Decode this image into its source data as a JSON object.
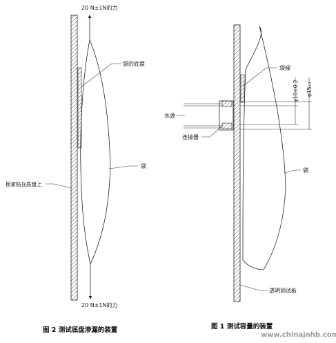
{
  "left_figure": {
    "force_top": "20 N±1N的力",
    "force_bottom": "20 N±1N的力",
    "bag_bottom_label": "袋的底盘",
    "bag_label": "袋",
    "plate_label": "板紧贴在底盘上",
    "caption": "图 2   测试底盘渗漏的装置"
  },
  "right_figure": {
    "bag_edge_label": "袋缘",
    "water_source_label": "水源",
    "connector_label": "连接器",
    "bag_label": "袋",
    "plate_label": "透明测试板",
    "dim_inner": "φ10±0.2",
    "dim_outer": "φ15",
    "dim_outer_tol": "+1",
    "caption": "图 1   测试容量的装置"
  },
  "watermark": "www.chinajnhb.com",
  "colors": {
    "line": "#222222",
    "plate_hatch": "#555555",
    "watermark": "#9a9a9a"
  }
}
